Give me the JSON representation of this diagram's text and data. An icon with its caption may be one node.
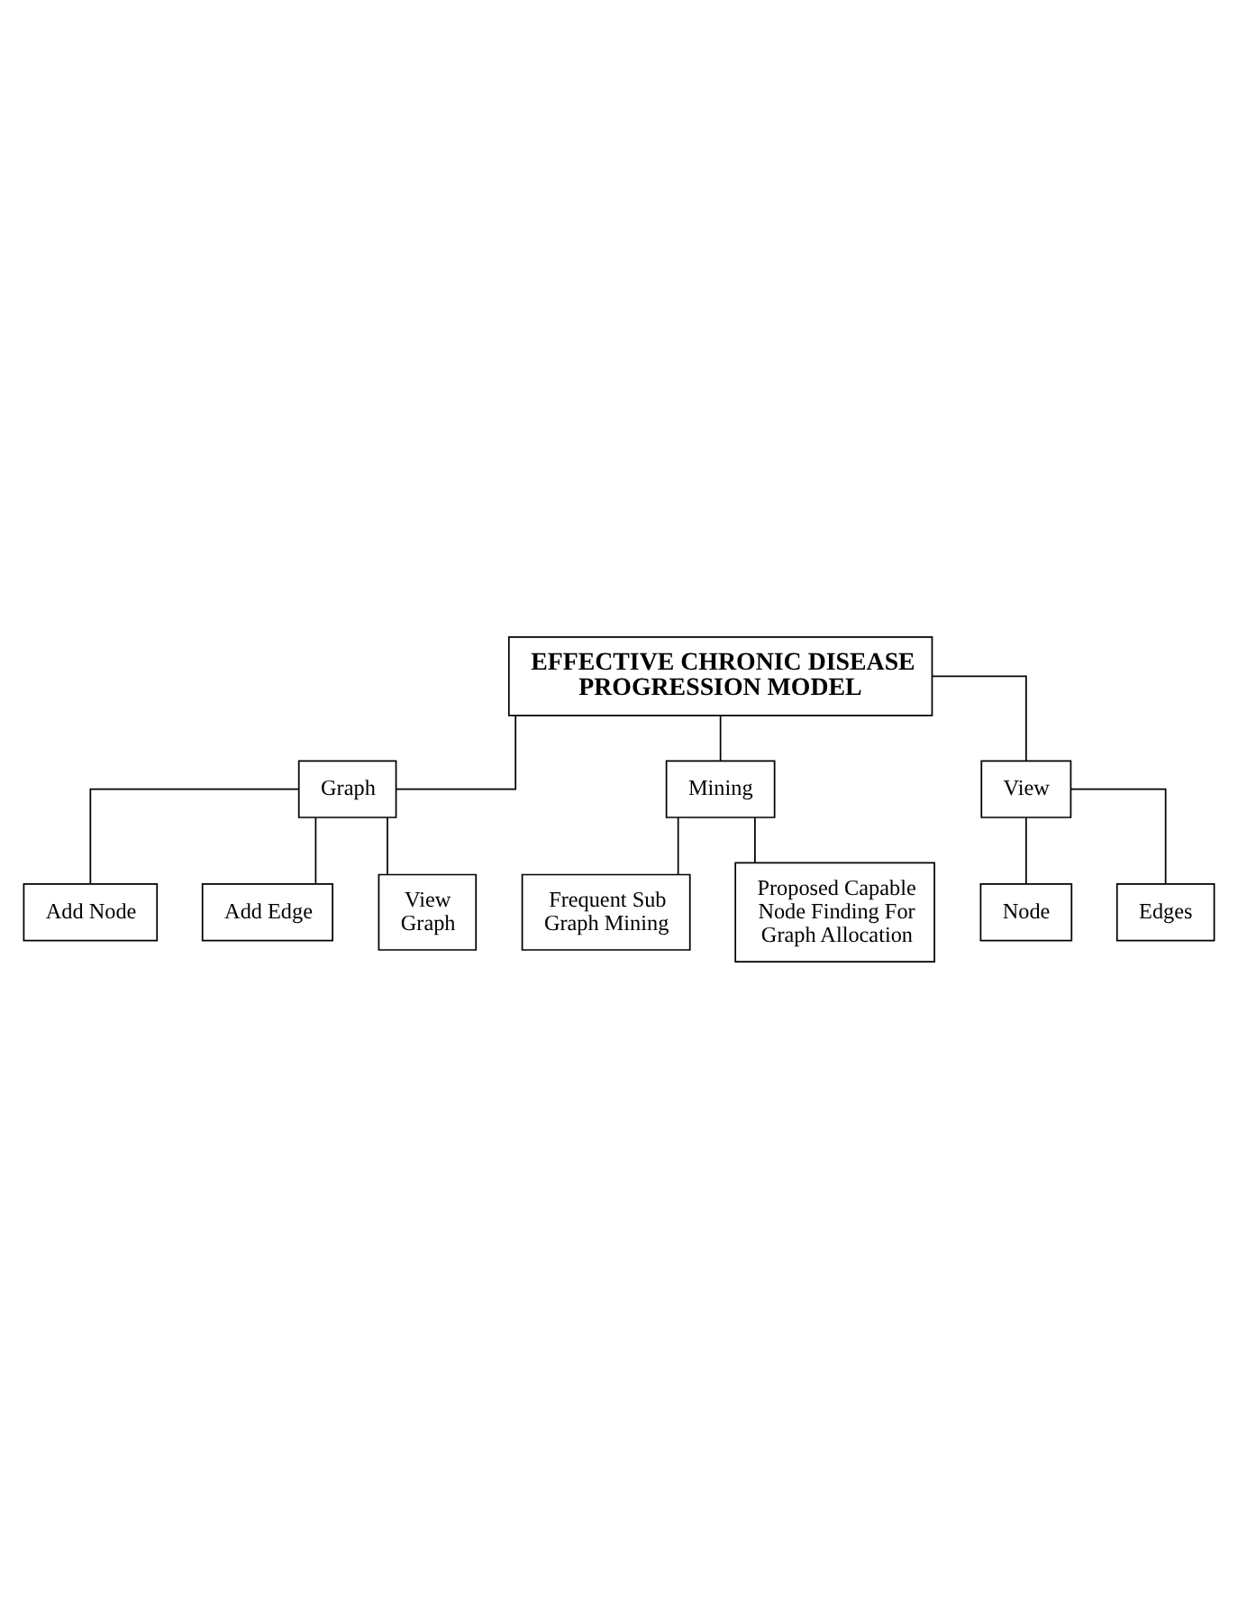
{
  "diagram": {
    "nodes": [
      {
        "text": [
          "EFFECTIVE CHRONIC DISEASE PROGRESSION MODEL"
        ]
      },
      {
        "text": [
          "Graph"
        ]
      },
      {
        "text": [
          "Mining"
        ]
      },
      {
        "text": [
          "View"
        ]
      },
      {
        "text": [
          "Add Node"
        ]
      },
      {
        "text": [
          "Add Edge"
        ]
      },
      {
        "text": [
          "View Graph"
        ]
      },
      {
        "text": [
          "Frequent Sub Graph Mining"
        ]
      },
      {
        "text": [
          "Proposed Capable Node Finding For Graph Allocation"
        ]
      },
      {
        "text": [
          "Node"
        ]
      },
      {
        "text": [
          "Edges"
        ]
      }
    ],
    "edges": [
      {
        "from": 0,
        "to": 1,
        "arrow": "none"
      },
      {
        "from": 0,
        "to": 2,
        "arrow": "none"
      },
      {
        "from": 0,
        "to": 3,
        "arrow": "none"
      },
      {
        "from": 1,
        "to": 4,
        "arrow": "none"
      },
      {
        "from": 1,
        "to": 5,
        "arrow": "none"
      },
      {
        "from": 1,
        "to": 6,
        "arrow": "none"
      },
      {
        "from": 2,
        "to": 7,
        "arrow": "none"
      },
      {
        "from": 2,
        "to": 8,
        "arrow": "none"
      },
      {
        "from": 3,
        "to": 9,
        "arrow": "none"
      },
      {
        "from": 3,
        "to": 10,
        "arrow": "none"
      }
    ]
  }
}
